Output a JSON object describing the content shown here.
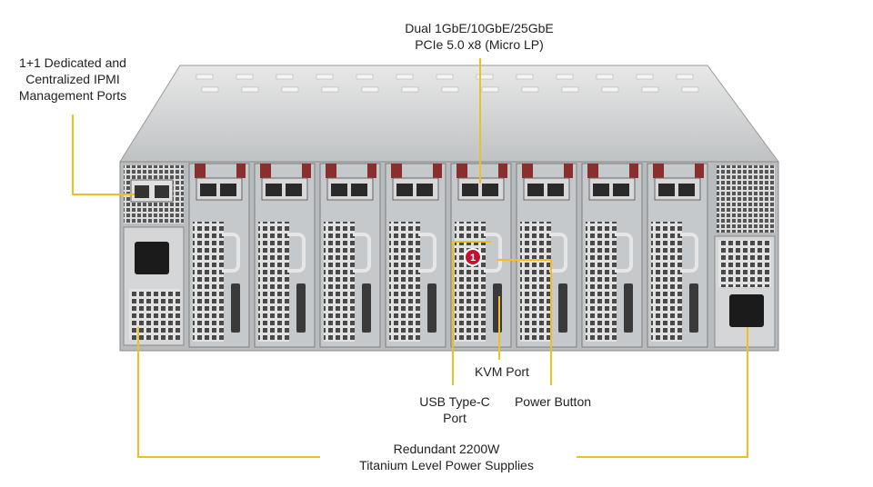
{
  "callouts": {
    "ipmi": [
      "1+1 Dedicated and",
      "Centralized IPMI",
      "Management Ports"
    ],
    "network": [
      "Dual 1GbE/10GbE/25GbE",
      "PCIe 5.0 x8 (Micro LP)"
    ],
    "kvm": [
      "KVM Port"
    ],
    "usb": [
      "USB Type-C",
      "Port"
    ],
    "power_button": [
      "Power Button"
    ],
    "psu": [
      "Redundant  2200W",
      "Titanium Level Power Supplies"
    ]
  },
  "badge": "1",
  "colors": {
    "leader": "#f0c020",
    "chassis": "#c9cccf",
    "badge": "#c8102e"
  }
}
